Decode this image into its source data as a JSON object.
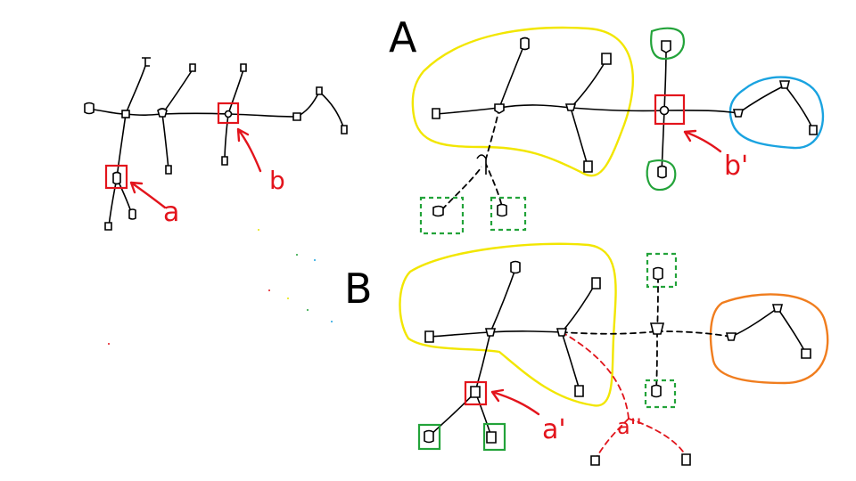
{
  "labels": {
    "panel_a": "A",
    "panel_b": "B",
    "marker_a": "a",
    "marker_b": "b",
    "marker_a_prime": "a'",
    "marker_b_prime": "b'",
    "marker_a_double_prime": "a''"
  },
  "colors": {
    "edge": "#000000",
    "highlight_box": "#e3141c",
    "group_yellow": "#f2e600",
    "group_blue": "#1aa3e0",
    "group_orange": "#f07d1e",
    "leaf_green": "#23a33a"
  }
}
